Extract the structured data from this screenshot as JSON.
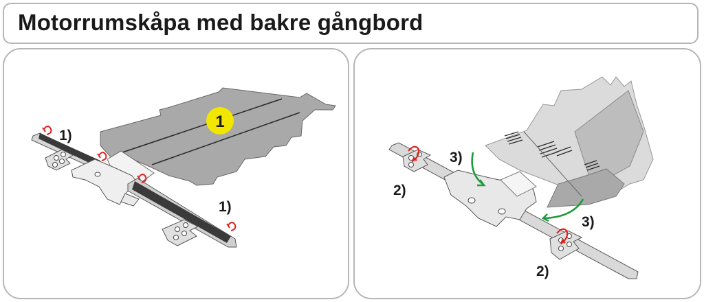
{
  "title": "Motorrumskåpa med bakre gångbord",
  "left_panel": {
    "step_marker": "1",
    "label_a": "1)",
    "label_b": "1)"
  },
  "right_panel": {
    "label_2a": "2)",
    "label_3a": "3)",
    "label_3b": "3)",
    "label_2b": "2)"
  },
  "colors": {
    "marker_yellow": "#f2e600",
    "arrow_red": "#e0201c",
    "arrow_green": "#1e9a3c",
    "panel_gray": "#a9a9a9"
  }
}
